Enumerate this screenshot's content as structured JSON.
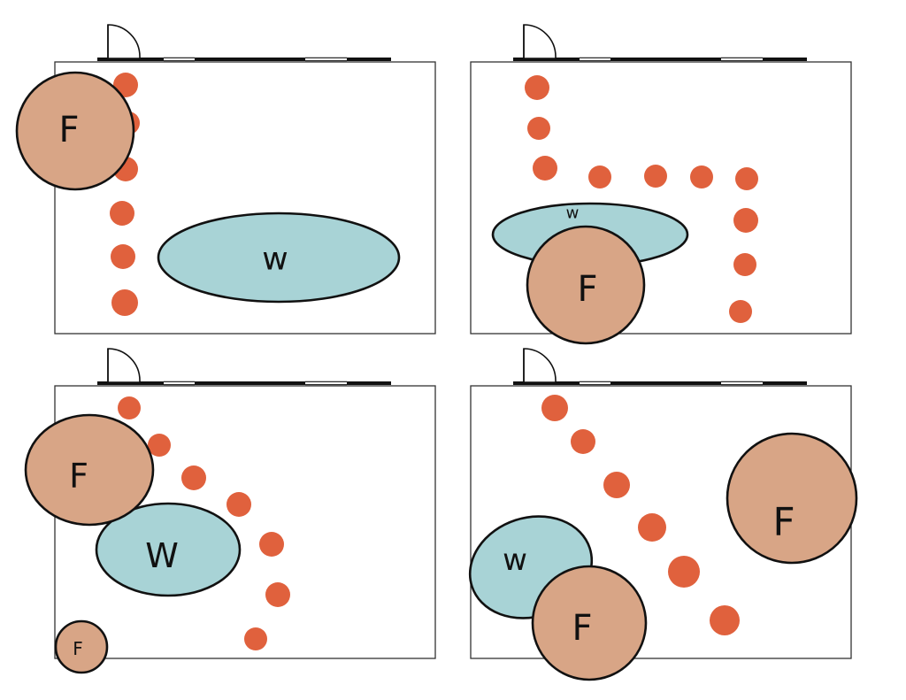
{
  "colors": {
    "walkway": "#e0613d",
    "furniture": "#d8a586",
    "water": "#a8d3d6",
    "outline": "#111111"
  },
  "panels": [
    {
      "id": "top-left",
      "furniture": [
        {
          "label": "F"
        }
      ],
      "water": [
        {
          "label": "w"
        }
      ]
    },
    {
      "id": "top-right",
      "furniture": [
        {
          "label": "F"
        }
      ],
      "water": [
        {
          "label": "w"
        }
      ]
    },
    {
      "id": "bottom-left",
      "furniture": [
        {
          "label": "F"
        },
        {
          "label": "F"
        }
      ],
      "water": [
        {
          "label": "W"
        }
      ]
    },
    {
      "id": "bottom-right",
      "furniture": [
        {
          "label": "F"
        },
        {
          "label": "F"
        }
      ],
      "water": [
        {
          "label": "w"
        }
      ]
    }
  ]
}
